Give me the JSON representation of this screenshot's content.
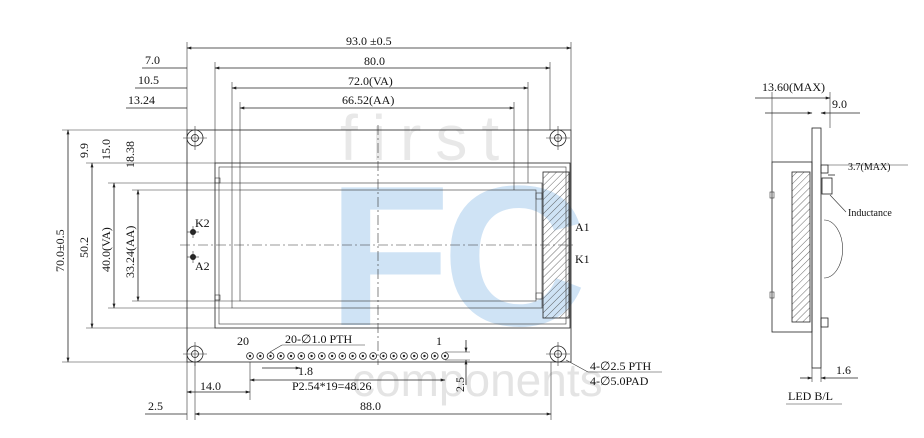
{
  "watermark": {
    "top_word": "first",
    "big_letters": "FC",
    "bottom_word": "components"
  },
  "front_view": {
    "overall_width": "93.0",
    "overall_width_tol": "±0.5",
    "pcb_hole_span": "80.0",
    "va_width": "72.0(VA)",
    "aa_width": "66.52(AA)",
    "left_offset_1": "7.0",
    "left_offset_2": "10.5",
    "left_offset_3": "13.24",
    "overall_height": "70.0±0.5",
    "hole_span_v": "50.2",
    "va_height": "40.0(VA)",
    "aa_height": "33.24(AA)",
    "top_offset_1": "9.9",
    "top_offset_2": "15.0",
    "top_offset_3": "18.38",
    "pin_k2": "K2",
    "pin_a2": "A2",
    "pin_a1": "A1",
    "pin_k1": "K1",
    "pin_20": "20",
    "pin_1": "1",
    "pth_note": "20-∅1.0 PTH",
    "pitch_note": "P2.54*19=48.26",
    "pad_width": "1.8",
    "pin_row_offset": "14.0",
    "pin_row_height": "2.5",
    "bottom_offset": "2.5",
    "bottom_span": "88.0",
    "mount_pth": "4-∅2.5 PTH",
    "mount_pad": "4-∅5.0PAD"
  },
  "side_view": {
    "total_thickness": "13.60(MAX)",
    "thickness_2": "9.0",
    "led_max": "3.7(MAX)",
    "inductance_label": "Inductance",
    "pcb_thick": "1.6",
    "led_label": "LED B/L"
  }
}
